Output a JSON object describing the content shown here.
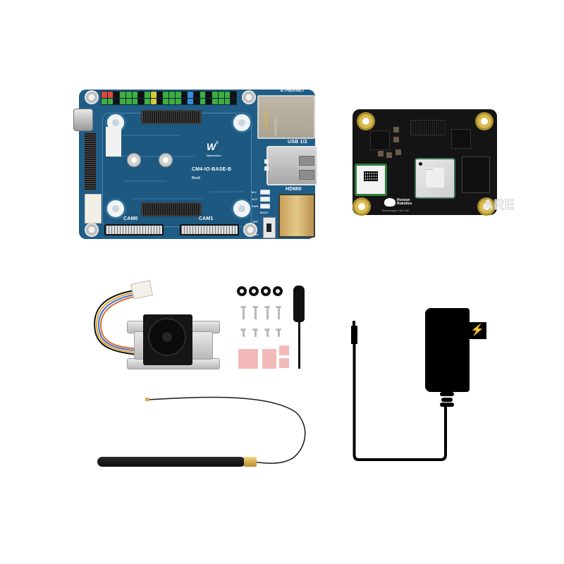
{
  "scene": {
    "description": "Product kit photo on white background",
    "background_color": "#ffffff"
  },
  "io_board": {
    "name": "CM4-IO-BASE-B",
    "brand": "Waveshare",
    "brand_logo_text": "W",
    "registered_mark": "®",
    "revision": "Rev4",
    "board_color": "#1f5d87",
    "connector_labels": {
      "ethernet": "ETHERNET",
      "usb": "USB 1/2",
      "hdmi": "HDMI0",
      "cam0": "CAM0",
      "cam1": "CAM1",
      "boot": "BOOT",
      "off": "OFF",
      "on": "ON"
    },
    "led_labels": [
      "M.2",
      "ACT",
      "PWR"
    ],
    "ethernet_jack_text": [
      "HanRun",
      "HR911130C",
      "2205"
    ],
    "gpio_pin_colors": [
      "#d94a3a",
      "#d94a3a",
      "#111111",
      "#3fae3f",
      "#3fae3f",
      "#3fae3f",
      "#111111",
      "#3fae3f",
      "#d8c93a",
      "#111111",
      "#3fae3f",
      "#3fae3f",
      "#3fae3f",
      "#111111",
      "#3a8ad6",
      "#111111",
      "#3fae3f",
      "#111111",
      "#3fae3f",
      "#3fae3f",
      "#3fae3f",
      "#111111"
    ]
  },
  "compute_module": {
    "brand": "Horizon Robotics",
    "brand_line1": "Horizon",
    "brand_line2": "Robotics",
    "model_text": "Developer Kit X3",
    "soc_text": "Sunrise",
    "watermark": "WAVESHARE",
    "watermark_visible": "ARE",
    "pcb_color": "#141414",
    "soc_color": "#dcdcdc"
  },
  "fan_kit": {
    "item": "Cooling fan with heatsink",
    "fan_color": "#151515",
    "wire_colors": [
      "#111111",
      "#e0a020",
      "#3a6fd8",
      "#e06a2a"
    ]
  },
  "hardware": {
    "washers_count": 4,
    "long_screws_count": 4,
    "short_screws_count": 4,
    "thermal_pads_count": 4,
    "thermal_pad_color": "#f3b9b9",
    "screwdriver": "Screwdriver"
  },
  "antenna": {
    "item": "WiFi antenna with IPEX cable",
    "connector_color": "#d9b24a"
  },
  "power_adapter": {
    "item": "Power adapter icon",
    "icon": "lightning-bolt-icon",
    "bolt_glyph": "⚡"
  }
}
